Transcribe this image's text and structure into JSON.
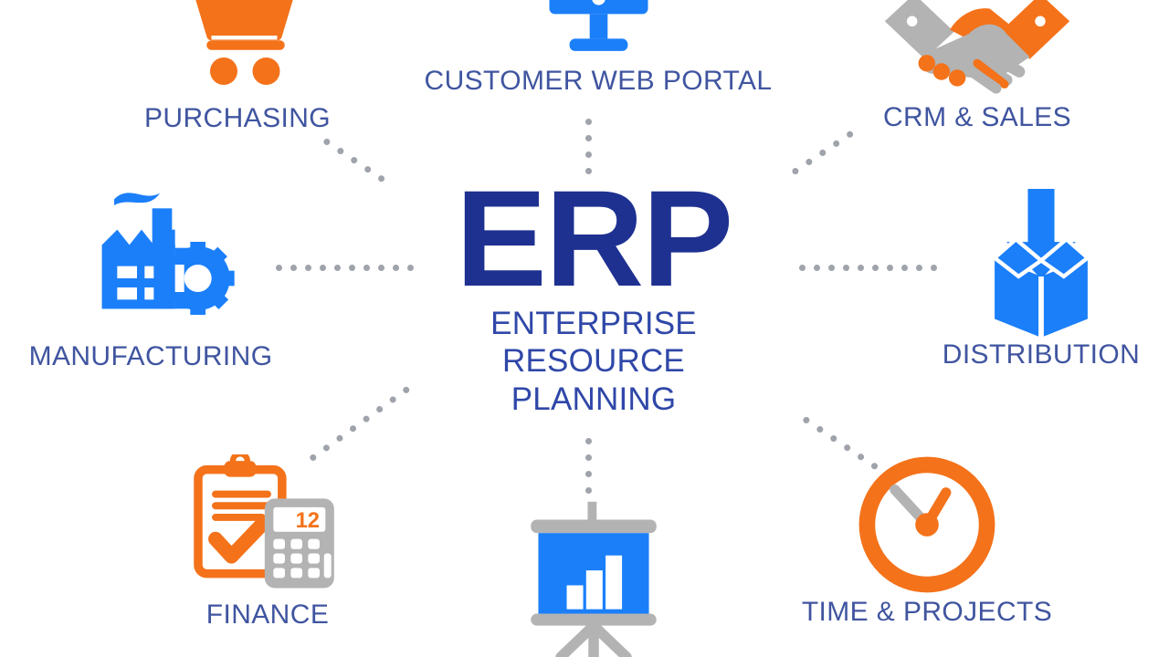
{
  "diagram": {
    "title": "ERP",
    "subtitle_line1": "ENTERPRISE RESOURCE",
    "subtitle_line2": "PLANNING",
    "background_color": "#ffffff",
    "colors": {
      "navy": "#1e3191",
      "label_blue": "#4055a0",
      "bright_blue": "#1b7ffa",
      "orange": "#f4721a",
      "gray": "#b3b3b3",
      "connector_dot": "#9fa3ab"
    }
  },
  "modules": [
    {
      "id": "purchasing",
      "label": "PURCHASING",
      "icon": "shopping-cart-icon",
      "icon_colors": [
        "#f4721a"
      ]
    },
    {
      "id": "customer_web_portal",
      "label": "CUSTOMER WEB PORTAL",
      "icon": "desktop-monitor-icon",
      "icon_colors": [
        "#1b7ffa"
      ]
    },
    {
      "id": "crm_sales",
      "label": "CRM & SALES",
      "icon": "handshake-icon",
      "icon_colors": [
        "#f4721a",
        "#b3b3b3"
      ]
    },
    {
      "id": "manufacturing",
      "label": "MANUFACTURING",
      "icon": "factory-gear-icon",
      "icon_colors": [
        "#1b7ffa"
      ]
    },
    {
      "id": "distribution",
      "label": "DISTRIBUTION",
      "icon": "open-box-arrow-icon",
      "icon_colors": [
        "#1b7ffa"
      ]
    },
    {
      "id": "finance",
      "label": "FINANCE",
      "icon": "clipboard-calculator-icon",
      "icon_colors": [
        "#f4721a",
        "#b3b3b3"
      ]
    },
    {
      "id": "reporting",
      "label": "",
      "icon": "presentation-chart-icon",
      "icon_colors": [
        "#1b7ffa",
        "#b3b3b3"
      ]
    },
    {
      "id": "time_projects",
      "label": "TIME & PROJECTS",
      "icon": "clock-icon",
      "icon_colors": [
        "#f4721a",
        "#b3b3b3"
      ]
    }
  ],
  "connectors": [
    {
      "id": "to-purchasing",
      "dot_count": 5,
      "orientation": "diagonal"
    },
    {
      "id": "to-portal",
      "dot_count": 4,
      "orientation": "vertical"
    },
    {
      "id": "to-crm",
      "dot_count": 5,
      "orientation": "diagonal"
    },
    {
      "id": "to-manufacturing",
      "dot_count": 10,
      "orientation": "horizontal"
    },
    {
      "id": "to-distribution",
      "dot_count": 10,
      "orientation": "horizontal"
    },
    {
      "id": "to-finance",
      "dot_count": 8,
      "orientation": "diagonal"
    },
    {
      "id": "to-reporting",
      "dot_count": 4,
      "orientation": "vertical"
    },
    {
      "id": "to-time",
      "dot_count": 6,
      "orientation": "diagonal"
    }
  ]
}
